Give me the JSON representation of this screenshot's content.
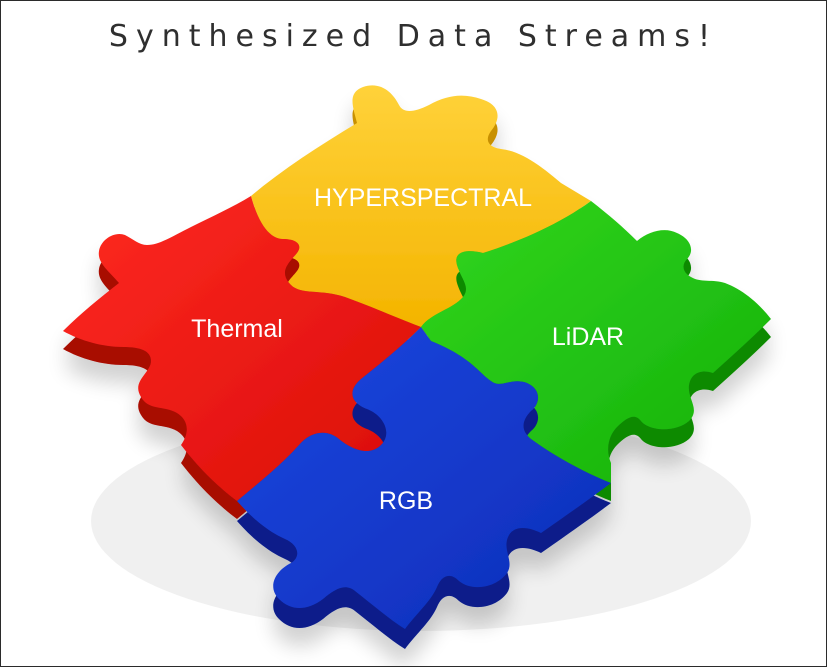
{
  "title": "Synthesized Data Streams!",
  "pieces": {
    "top": {
      "label": "HYPERSPECTRAL",
      "color": "#F7BC0D"
    },
    "left": {
      "label": "Thermal",
      "color": "#E8120F"
    },
    "right": {
      "label": "LiDAR",
      "color": "#1EC10F"
    },
    "bottom": {
      "label": "RGB",
      "color": "#1338C8"
    }
  }
}
